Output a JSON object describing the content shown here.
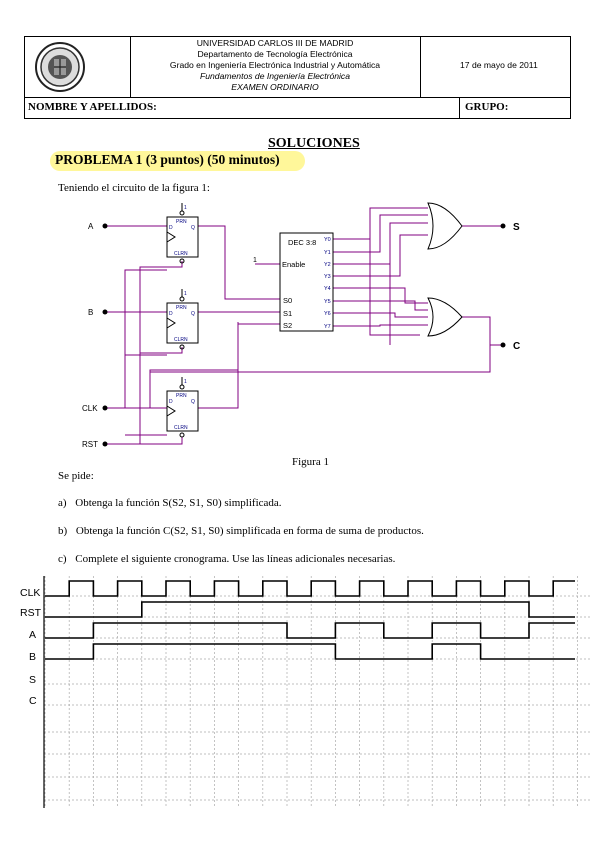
{
  "header": {
    "university": "UNIVERSIDAD CARLOS III DE MADRID",
    "department": "Departamento de Tecnología Electrónica",
    "degree": "Grado en Ingeniería Electrónica Industrial y Automática",
    "course": "Fundamentos de Ingeniería Electrónica",
    "exam": "EXAMEN ORDINARIO",
    "date": "17 de mayo de 2011",
    "name_label": "NOMBRE Y APELLIDOS:",
    "group_label": "GRUPO:"
  },
  "content": {
    "solutions": "SOLUCIONES",
    "problem_title": "PROBLEMA 1 (3 puntos) (50 minutos)",
    "intro": "Teniendo el circuito de la figura 1:",
    "figure_caption": "Figura 1",
    "se_pide": "Se pide:",
    "items": [
      {
        "label": "a)",
        "text": "Obtenga la función S(S2, S1, S0) simplificada."
      },
      {
        "label": "b)",
        "text": "Obtenga la función C(S2, S1, S0) simplificada en forma de suma de productos."
      },
      {
        "label": "c)",
        "text": "Complete el siguiente cronograma. Use las líneas adicionales necesarias."
      }
    ]
  },
  "circuit": {
    "inputs": [
      "A",
      "B",
      "CLK",
      "RST"
    ],
    "outputs": [
      "S",
      "C"
    ],
    "decoder_label": "DEC 3:8",
    "enable_label": "Enable",
    "enable_value": "1",
    "select_labels": [
      "S0",
      "S1",
      "S2"
    ],
    "decoder_outputs": [
      "Y0",
      "Y1",
      "Y2",
      "Y3",
      "Y4",
      "Y5",
      "Y6",
      "Y7"
    ],
    "ff_labels": {
      "d": "D",
      "q": "Q",
      "prn": "PRN",
      "clrn": "CLRN",
      "one": "1"
    }
  },
  "timing": {
    "signals": [
      "CLK",
      "RST",
      "A",
      "B",
      "S",
      "C"
    ],
    "CLK": [
      0,
      1,
      0,
      1,
      0,
      1,
      0,
      1,
      0,
      1,
      0,
      1,
      0,
      1,
      0,
      1,
      0,
      1,
      0,
      1,
      0,
      1
    ],
    "RST": [
      0,
      0,
      0,
      0,
      1,
      1,
      1,
      1,
      1,
      1,
      1,
      1,
      1,
      1,
      1,
      1,
      1,
      1,
      1,
      1,
      0,
      0
    ],
    "A": [
      0,
      0,
      1,
      1,
      1,
      1,
      1,
      1,
      1,
      1,
      0,
      0,
      1,
      1,
      0,
      0,
      1,
      1,
      0,
      0,
      1,
      1
    ],
    "B": [
      0,
      0,
      1,
      1,
      1,
      1,
      1,
      1,
      1,
      1,
      1,
      1,
      0,
      0,
      0,
      0,
      1,
      1,
      0,
      0,
      0,
      0
    ]
  }
}
